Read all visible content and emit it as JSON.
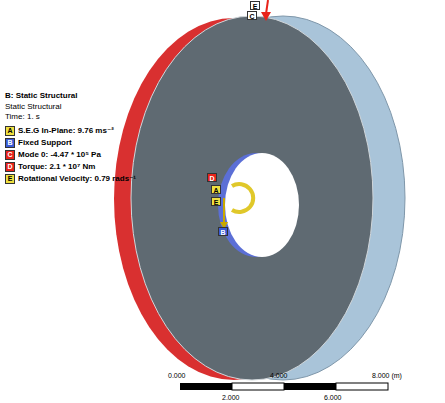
{
  "diagram": {
    "title": "B: Static Structural",
    "labels": [
      "Static Structural",
      "Time: 1. s",
      "A",
      "B",
      "C",
      "D",
      "E",
      "E",
      "C",
      "D",
      "A",
      "E",
      "B",
      "0.000",
      "4.000",
      "8.000 (m)",
      "2.000",
      "6.000"
    ],
    "legend": [
      {
        "text": "S.E.G In-Plane: 9.76 ms⁻²",
        "color": "#f0e040"
      },
      {
        "text": "Fixed Support",
        "color": "#3b5bd6"
      },
      {
        "text": "Mode 0: -4.47 * 10⁵ Pa",
        "color": "#e8231a"
      },
      {
        "text": "Torque: 2.1 * 10⁷ Nm",
        "color": "#e8231a"
      },
      {
        "text": "Rotational Velocity: 0.79 rads⁻¹",
        "color": "#f0e040"
      }
    ]
  }
}
